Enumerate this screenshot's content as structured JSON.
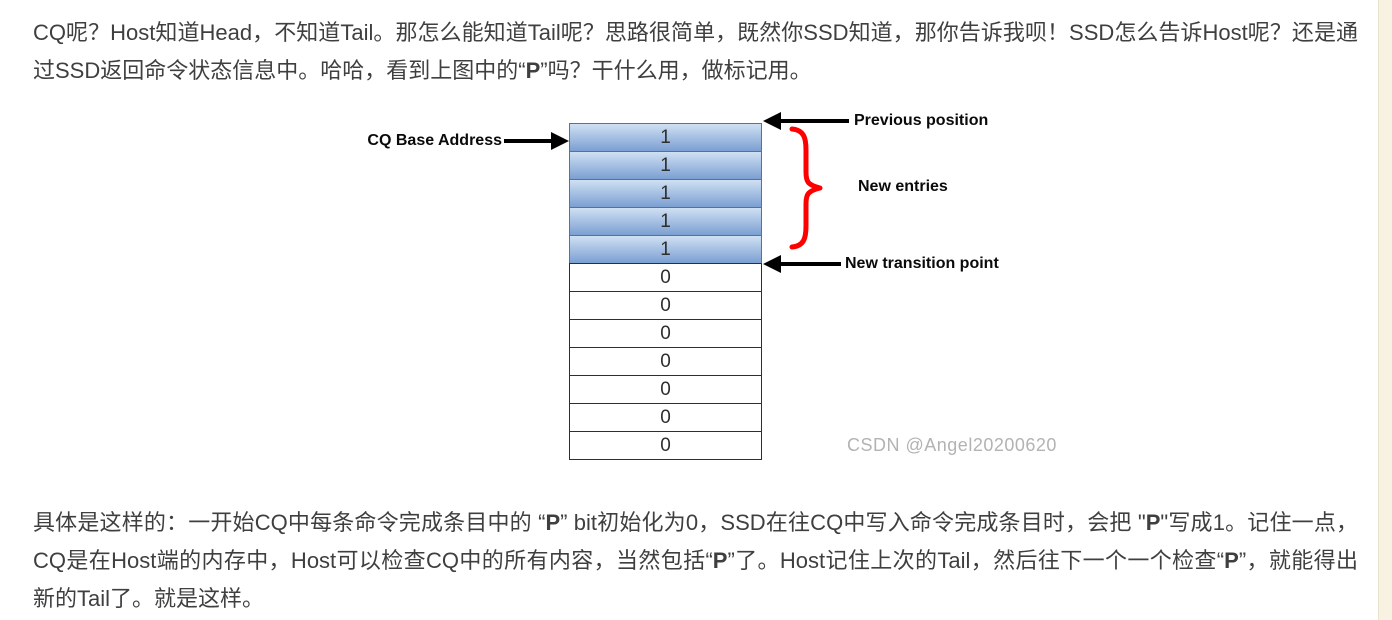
{
  "colors": {
    "text-gray": "#3f3f3f",
    "cell-filled-top": "#cfe0f3",
    "cell-filled-bottom": "#7b9fd2",
    "cell-filled-border": "#4a75a8",
    "cell-empty-border": "#2f2f2f",
    "arrow-black": "#000000",
    "brace-red": "#ff0000",
    "watermark-gray": "#b3b3b3",
    "gutter-beige": "#f8f2e3"
  },
  "paragraph1": {
    "segments": [
      {
        "t": "CQ呢？Host知道Head，不知道Tail。那怎么能知道Tail呢？思路很简单，既然你SSD知道，那你告诉我呗！SSD怎么告诉Host呢？还是通过SSD返回命令状态信息中。哈哈，看到上图中的“",
        "b": false
      },
      {
        "t": "P",
        "b": true
      },
      {
        "t": "”吗？干什么用，做标记用。",
        "b": false
      }
    ]
  },
  "diagram": {
    "base_label": "CQ Base Address",
    "annotations": {
      "previous_position": "Previous position",
      "new_entries": "New entries",
      "new_transition_point": "New transition point"
    },
    "rows": [
      "1",
      "1",
      "1",
      "1",
      "1",
      "0",
      "0",
      "0",
      "0",
      "0",
      "0",
      "0"
    ],
    "filled_count": 5,
    "watermark": "CSDN @Angel20200620"
  },
  "paragraph2": {
    "segments": [
      {
        "t": "具体是这样的：一开始CQ中每条命令完成条目中的 “",
        "b": false
      },
      {
        "t": "P",
        "b": true
      },
      {
        "t": "” bit初始化为0，SSD在往CQ中写入命令完成条目时，会把 \"",
        "b": false
      },
      {
        "t": "P",
        "b": true
      },
      {
        "t": "\"写成1。记住一点，CQ是在Host端的内存中，Host可以检查CQ中的所有内容，当然包括“",
        "b": false
      },
      {
        "t": "P",
        "b": true
      },
      {
        "t": "”了。Host记住上次的Tail，然后往下一个一个检查“",
        "b": false
      },
      {
        "t": "P",
        "b": true
      },
      {
        "t": "”，就能得出新的Tail了。就是这样。",
        "b": false
      }
    ]
  }
}
